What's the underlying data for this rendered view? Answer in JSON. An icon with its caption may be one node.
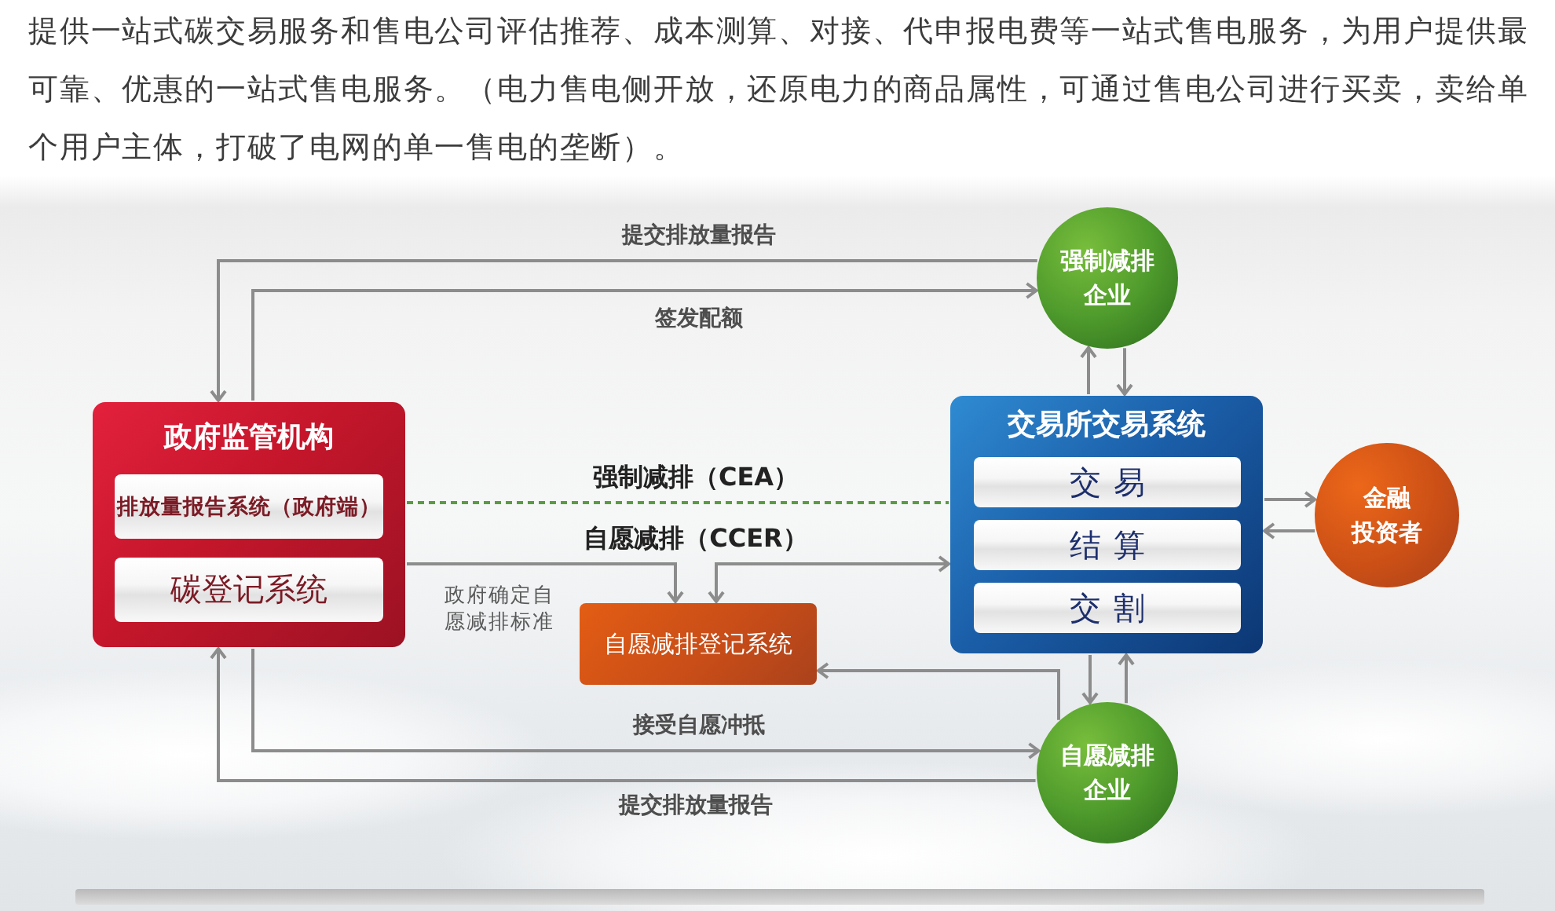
{
  "diagram": {
    "nodes": [
      {
        "text": [
          "政府监管机构"
        ]
      },
      {
        "text": [
          "排放量报告系统（政府端）"
        ],
        "in": 0
      },
      {
        "text": [
          "碳登记系统"
        ],
        "in": 0
      },
      {
        "text": [
          "强制减排企业"
        ]
      },
      {
        "text": [
          "交易所交易系统"
        ]
      },
      {
        "text": [
          "交易"
        ],
        "in": 4
      },
      {
        "text": [
          "结算"
        ],
        "in": 4
      },
      {
        "text": [
          "交割"
        ],
        "in": 4
      },
      {
        "text": [
          "金融投资者"
        ]
      },
      {
        "text": [
          "自愿减排登记系统"
        ]
      },
      {
        "text": [
          "自愿减排企业"
        ]
      }
    ],
    "edges": [
      {
        "from": 3,
        "to": 0,
        "arrow": "to",
        "label": "提交排放量报告"
      },
      {
        "from": 0,
        "to": 3,
        "arrow": "to",
        "label": "签发配额"
      },
      {
        "from": 0,
        "to": 4,
        "arrow": "none",
        "label": "强制减排（CEA）",
        "style": "dashed",
        "color": "#5b9b44"
      },
      {
        "from": 0,
        "to": 9,
        "arrow": "to",
        "label": "自愿减排（CCER）"
      },
      {
        "from": 9,
        "to": 4,
        "arrow": "both"
      },
      {
        "from": 4,
        "to": 3,
        "arrow": "to"
      },
      {
        "from": 3,
        "to": 4,
        "arrow": "to"
      },
      {
        "from": 4,
        "to": 8,
        "arrow": "to"
      },
      {
        "from": 8,
        "to": 4,
        "arrow": "to"
      },
      {
        "from": 4,
        "to": 10,
        "arrow": "to"
      },
      {
        "from": 10,
        "to": 4,
        "arrow": "to"
      },
      {
        "from": 10,
        "to": 9,
        "arrow": "to"
      },
      {
        "from": 0,
        "to": 10,
        "arrow": "to",
        "label": "接受自愿冲抵"
      },
      {
        "from": 10,
        "to": 0,
        "arrow": "to",
        "label": "提交排放量报告"
      }
    ],
    "labels": [
      "提供一站式碳交易服务和售电公司评估推荐、成本测算、对接、代申报电费等一站式售电服务，为用户提供最可靠、优惠的一站式售电服务。（电力售电侧开放，还原电力的商品属性，可通过售电公司进行买卖，卖给单个用户主体，打破了电网的单一售电的垄断）。",
      "政府确定自愿减排标准"
    ]
  }
}
